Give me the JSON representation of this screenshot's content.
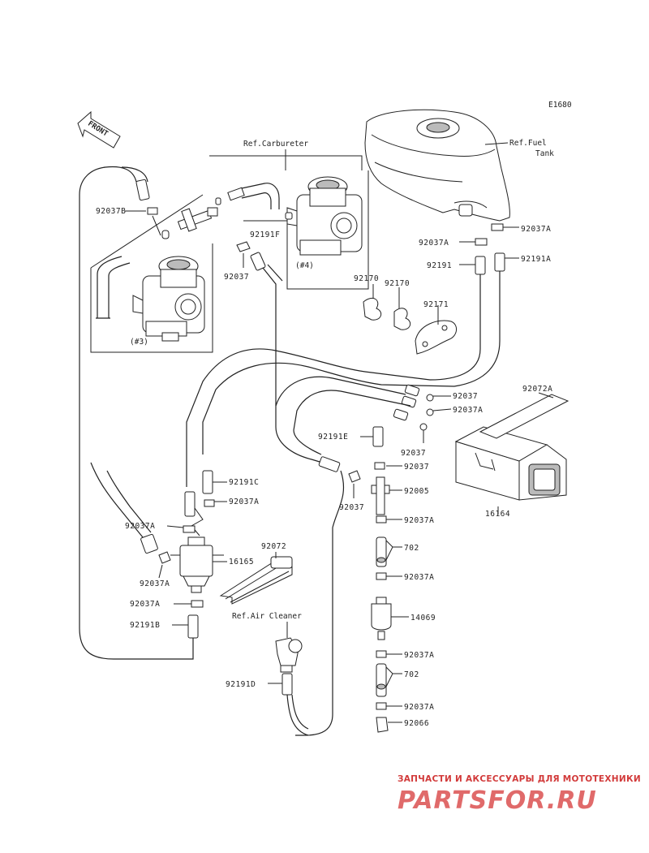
{
  "diagram": {
    "drawing_code": "E1680",
    "front_label": "FRONT",
    "refs": {
      "carburetor": "Ref.Carbureter",
      "fuel_tank_line1": "Ref.Fuel",
      "fuel_tank_line2": "Tank",
      "air_cleaner": "Ref.Air Cleaner"
    },
    "carb_numbers": {
      "left": "(#3)",
      "right": "(#4)"
    },
    "parts": [
      {
        "id": "p1",
        "label": "92037B"
      },
      {
        "id": "p2",
        "label": "92191F"
      },
      {
        "id": "p3",
        "label": "92037"
      },
      {
        "id": "p4",
        "label": "92037A"
      },
      {
        "id": "p5",
        "label": "92037A"
      },
      {
        "id": "p6",
        "label": "92191"
      },
      {
        "id": "p7",
        "label": "92191A"
      },
      {
        "id": "p8",
        "label": "92170"
      },
      {
        "id": "p9",
        "label": "92170"
      },
      {
        "id": "p10",
        "label": "92171"
      },
      {
        "id": "p11",
        "label": "92072A"
      },
      {
        "id": "p12",
        "label": "92037"
      },
      {
        "id": "p13",
        "label": "92037A"
      },
      {
        "id": "p14",
        "label": "92191E"
      },
      {
        "id": "p15",
        "label": "92037"
      },
      {
        "id": "p16",
        "label": "92037"
      },
      {
        "id": "p17",
        "label": "92005"
      },
      {
        "id": "p18",
        "label": "16164"
      },
      {
        "id": "p19",
        "label": "92191C"
      },
      {
        "id": "p20",
        "label": "92037A"
      },
      {
        "id": "p21",
        "label": "92037"
      },
      {
        "id": "p22",
        "label": "92037A"
      },
      {
        "id": "p23",
        "label": "92037A"
      },
      {
        "id": "p24",
        "label": "702"
      },
      {
        "id": "p25",
        "label": "92072"
      },
      {
        "id": "p26",
        "label": "16165"
      },
      {
        "id": "p27",
        "label": "92037A"
      },
      {
        "id": "p28",
        "label": "92037A"
      },
      {
        "id": "p29",
        "label": "92037A"
      },
      {
        "id": "p30",
        "label": "92191B"
      },
      {
        "id": "p31",
        "label": "14069"
      },
      {
        "id": "p32",
        "label": "92037A"
      },
      {
        "id": "p33",
        "label": "702"
      },
      {
        "id": "p34",
        "label": "92191D"
      },
      {
        "id": "p35",
        "label": "92037A"
      },
      {
        "id": "p36",
        "label": "92066"
      }
    ]
  },
  "watermark": {
    "tagline": "ЗАПЧАСТИ И АКСЕССУАРЫ ДЛЯ МОТОТЕХНИКИ",
    "logo": "PARTSFOR.RU"
  },
  "colors": {
    "line": "#222222",
    "watermark": "#d23a3a"
  }
}
